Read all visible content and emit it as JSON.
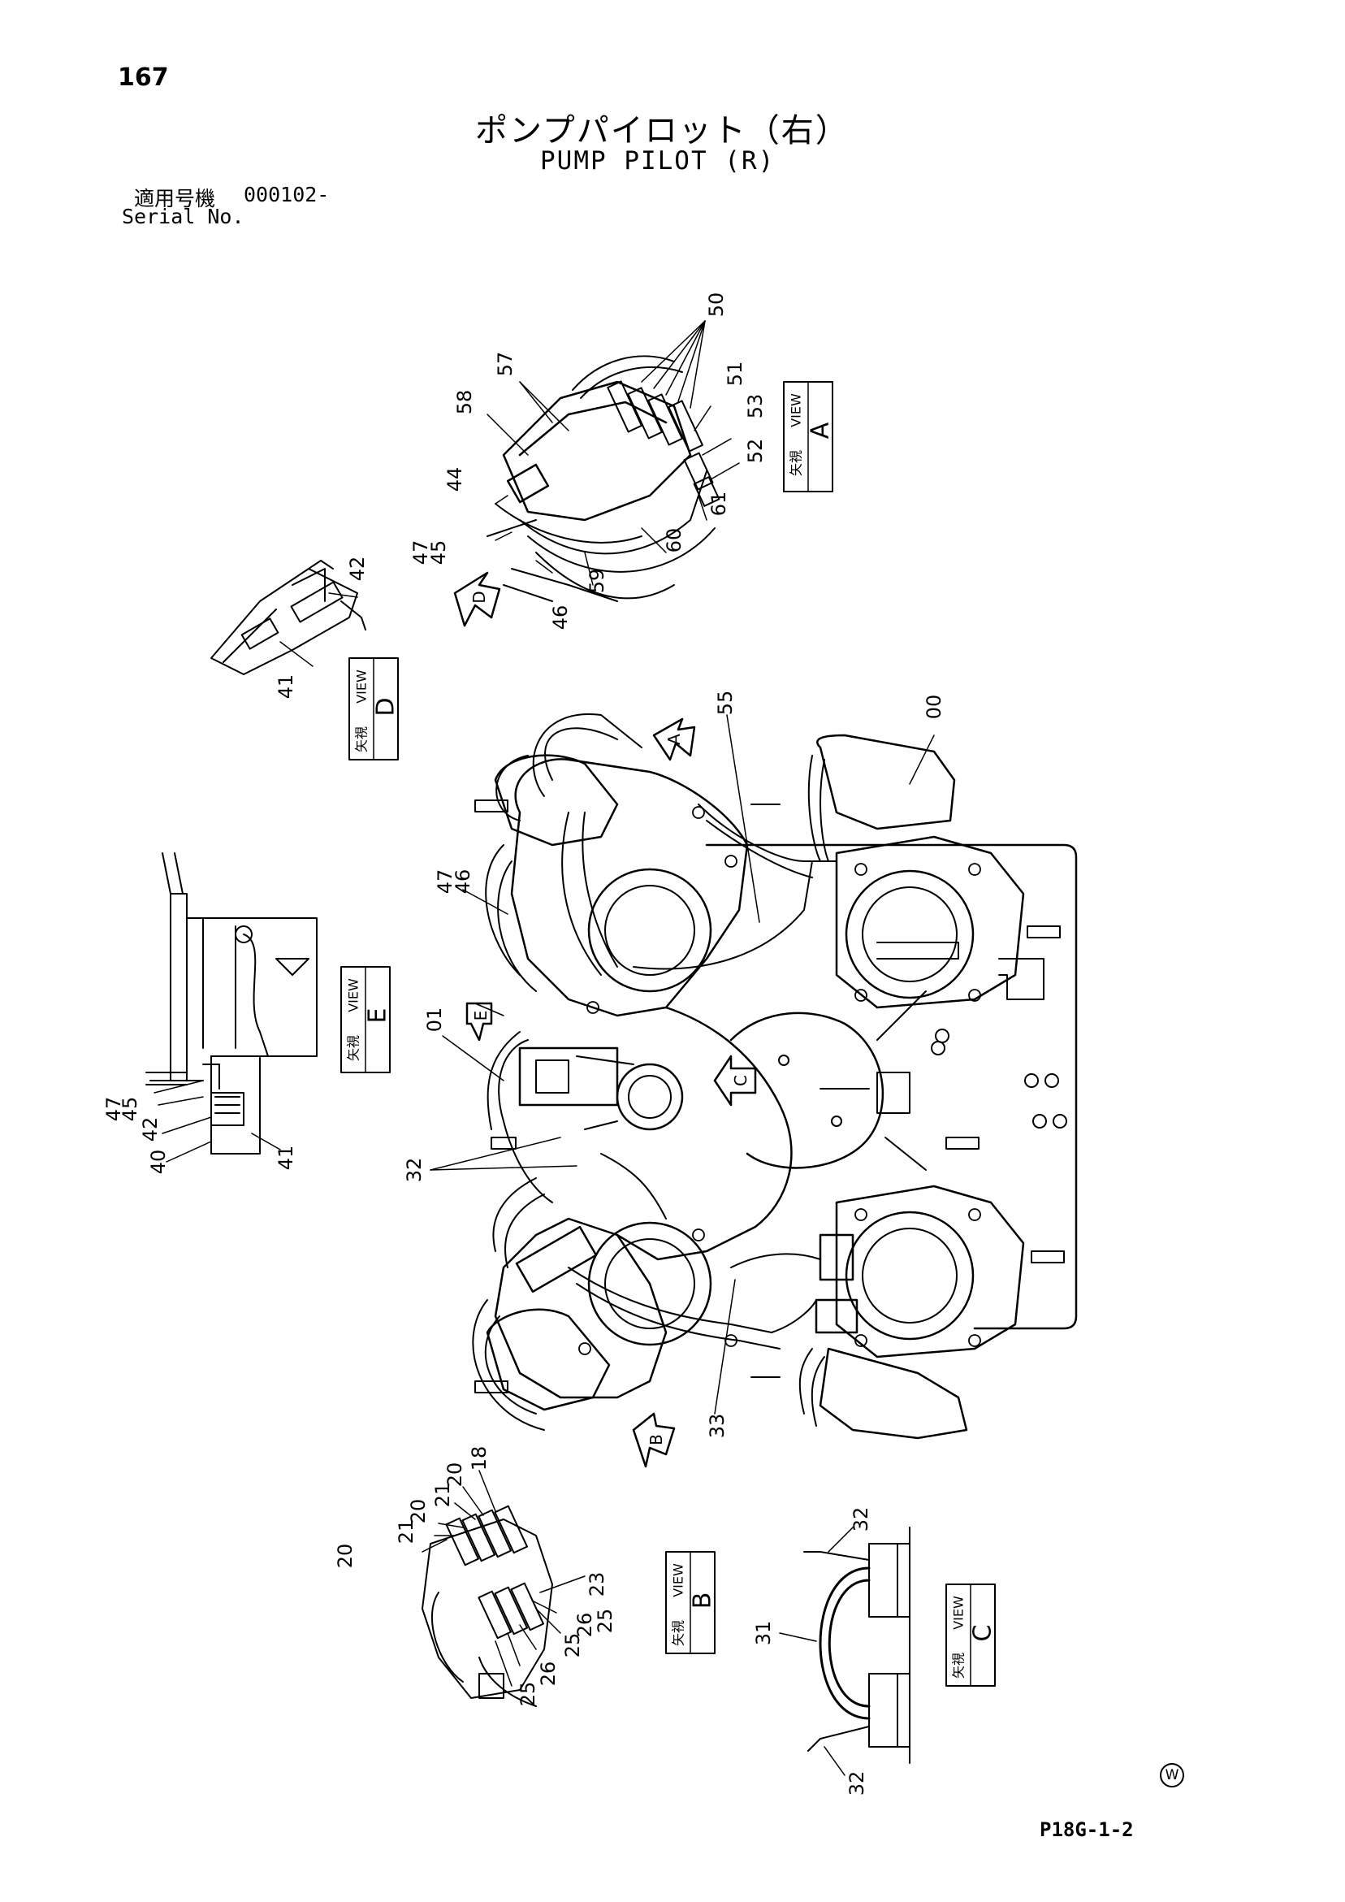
{
  "header": {
    "page_number": "167",
    "title_jp": "ポンプパイロット（右）",
    "title_en": "PUMP PILOT (R)",
    "serial_label_jp": "適用号機",
    "serial_value": "000102-",
    "serial_label_en": "Serial No."
  },
  "footer": {
    "document_code": "P18G-1-2",
    "mark": "W"
  },
  "view_labels": {
    "kanji": "矢視",
    "view_word": "VIEW",
    "A": "A",
    "B": "B",
    "C": "C",
    "D": "D",
    "E": "E"
  },
  "arrow_markers": {
    "A": "A",
    "B": "B",
    "C": "C",
    "D": "D",
    "E": "E"
  },
  "callouts": {
    "view_a": [
      "50",
      "57",
      "58",
      "51",
      "53",
      "52",
      "61",
      "60",
      "59",
      "44",
      "47",
      "45",
      "46"
    ],
    "view_d": [
      "42",
      "41"
    ],
    "main": [
      "55",
      "00",
      "47",
      "46",
      "01",
      "32",
      "33"
    ],
    "view_e": [
      "47",
      "45",
      "42",
      "40",
      "41"
    ],
    "view_b": [
      "18",
      "20",
      "21",
      "20",
      "21",
      "20",
      "23",
      "25",
      "26",
      "25",
      "26",
      "25"
    ],
    "view_c": [
      "32",
      "31",
      "32"
    ]
  },
  "icons": [
    "circle-w-icon"
  ]
}
